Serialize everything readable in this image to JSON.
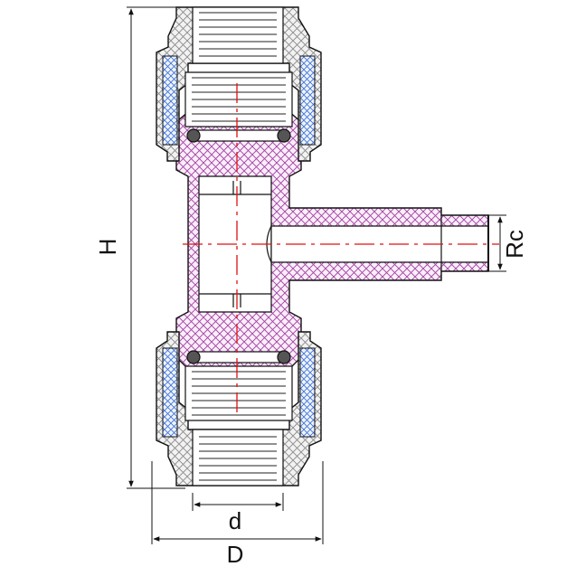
{
  "labels": {
    "height": "H",
    "outer_diameter": "D",
    "pipe_diameter": "d",
    "thread": "Rc"
  },
  "colors": {
    "body_hatch": "#a040a0",
    "nut_hatch": "#909090",
    "clip_hatch": "#3a6fd0",
    "centerline": "#e01010",
    "outline": "#111111"
  }
}
